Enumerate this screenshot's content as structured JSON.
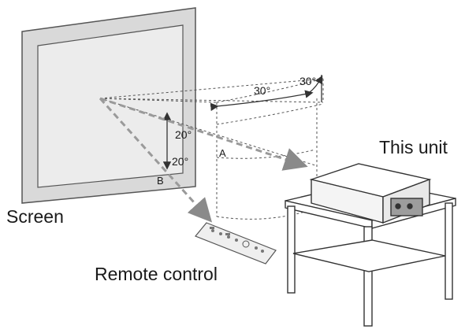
{
  "labels": {
    "screen": "Screen",
    "this_unit": "This unit",
    "remote_control": "Remote control",
    "point_a": "A",
    "point_b": "B",
    "angle_h_inner": "30°",
    "angle_h_outer": "30°",
    "angle_v_up": "20°",
    "angle_v_down": "20°"
  },
  "colors": {
    "line": "#333333",
    "screen_frame": "#d9d9d9",
    "screen_inner": "#e6e6e6",
    "beam": "#9a9a9a"
  },
  "icons": {
    "screen": "projection-screen",
    "projector": "projector",
    "table": "table",
    "remote": "remote-control"
  }
}
